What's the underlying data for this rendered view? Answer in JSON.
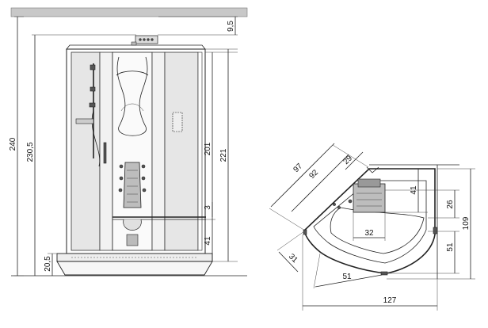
{
  "front_view": {
    "dims": {
      "d240": "240",
      "d230_5": "230,5",
      "d9_5": "9,5",
      "d201": "201",
      "d221": "221",
      "d3": "3",
      "d41": "41",
      "d20_5": "20,5"
    }
  },
  "plan_view": {
    "dims": {
      "d97": "97",
      "d92": "92",
      "d29": "29",
      "d41": "41",
      "d26": "26",
      "d32": "32",
      "d109": "109",
      "d51_right": "51",
      "d31": "31",
      "d51_bottom": "51",
      "d127": "127"
    }
  }
}
